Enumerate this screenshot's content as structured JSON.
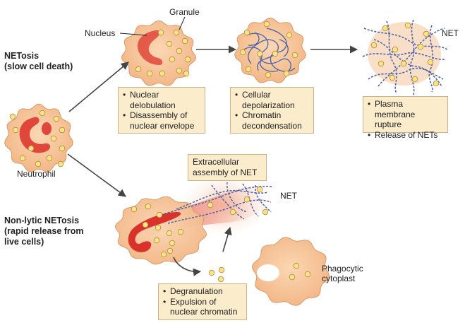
{
  "headings": {
    "netosis": [
      "NETosis",
      "(slow cell death)"
    ],
    "nonlytic": [
      "Non-lytic NETosis",
      "(rapid release from",
      "live cells)"
    ]
  },
  "labels": {
    "granule": "Granule",
    "nucleus": "Nucleus",
    "net_top": "NET",
    "net_mid": "NET",
    "neutrophil": "Neutrophil",
    "phagocytic": [
      "Phagocytic",
      "cytoplast"
    ]
  },
  "boxes": {
    "box1": [
      "Nuclear delobulation",
      "Disassembly of nuclear envelope"
    ],
    "box2": [
      "Cellular depolarization",
      "Chromatin decondensation"
    ],
    "box3": [
      "Plasma membrane rupture",
      "Release of NETs"
    ],
    "extracellular": "Extracellular assembly of NET",
    "box4": [
      "Degranulation",
      "Expulsion of nuclear chromatin"
    ]
  },
  "colors": {
    "cell_fill": "#f6c79c",
    "cell_stroke": "#d89a68",
    "nucleus": "#e0463a",
    "granule": "#f7e38a",
    "dna": "#4a63a6",
    "box_fill": "#fbeccb",
    "arrow": "#444444"
  }
}
